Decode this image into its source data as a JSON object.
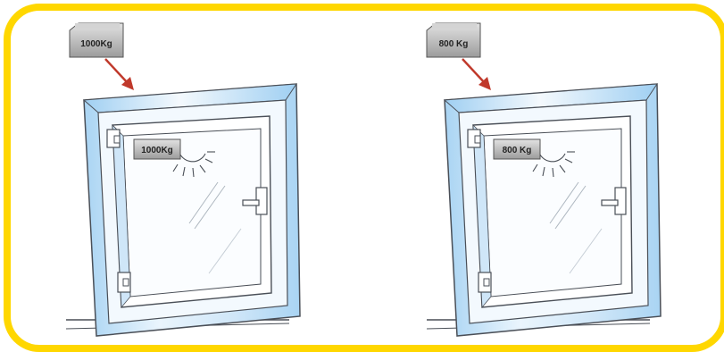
{
  "colors": {
    "border": "#ffd700",
    "frame_blue": "#a9d4f3",
    "frame_light": "#eaf5fd",
    "outline": "#4a4f57",
    "arrow": "#c0392b",
    "tag": "#b8b8b8"
  },
  "panels": [
    {
      "top_tag": "1000Kg",
      "pane_tag": "1000Kg"
    },
    {
      "top_tag": "800 Kg",
      "pane_tag": "800 Kg"
    }
  ],
  "icons": [
    "weight-tag-icon",
    "arrow-icon",
    "sun-icon",
    "handle-icon",
    "hinge-icon"
  ]
}
